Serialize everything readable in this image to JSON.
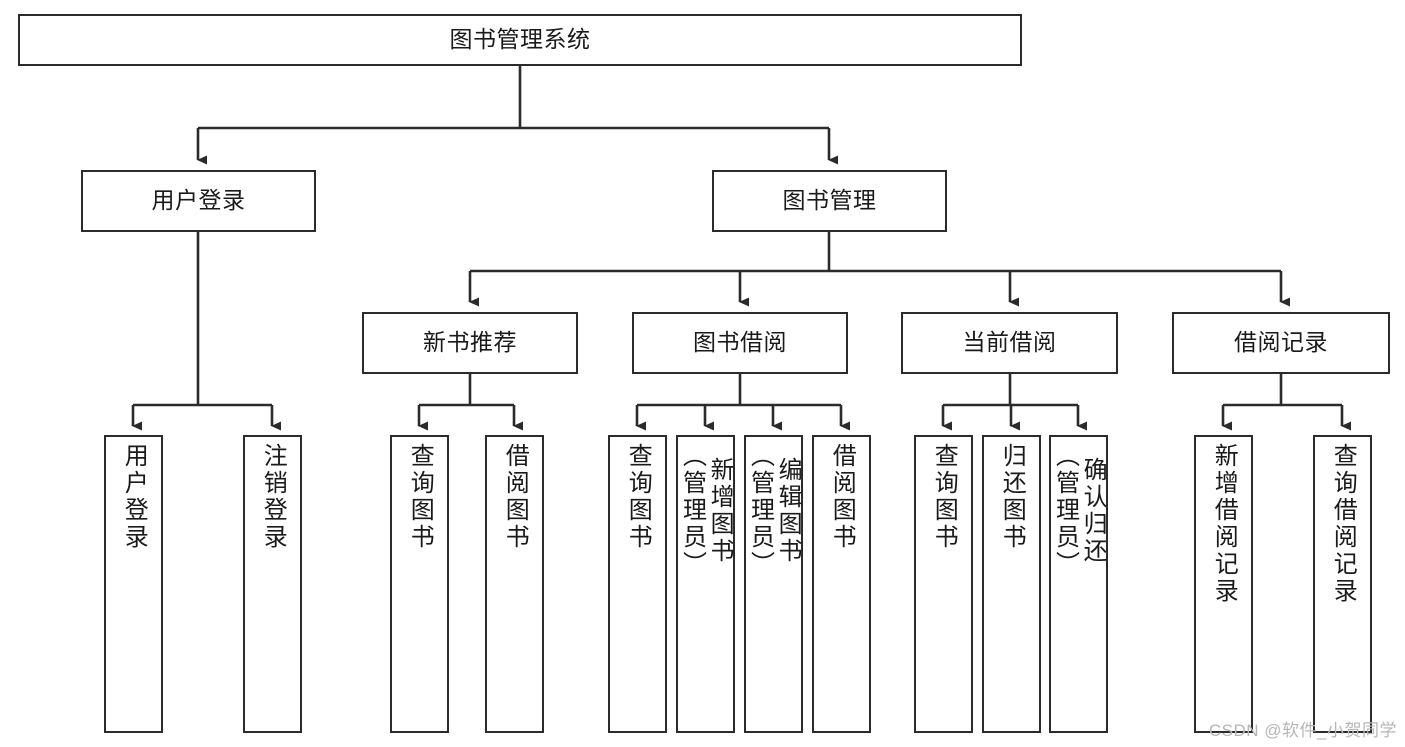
{
  "diagram": {
    "title": "图书管理系统",
    "watermark": "CSDN @软件_小贺同学",
    "colors": {
      "box_border": "#2b2b2b",
      "box_fill": "#ffffff",
      "connector": "#2b2b2b",
      "text": "#1a1a1a",
      "watermark": "#b6b6b6",
      "background": "#ffffff"
    },
    "levels": {
      "root": "图书管理系统",
      "level2": [
        "用户登录",
        "图书管理"
      ],
      "level3": [
        "新书推荐",
        "图书借阅",
        "当前借阅",
        "借阅记录"
      ],
      "level4": [
        "用户登录",
        "注销登录",
        "查询图书",
        "借阅图书",
        "查询图书",
        "新增图书（管理员）",
        "编辑图书（管理员）",
        "借阅图书",
        "查询图书",
        "归还图书",
        "确认归还（管理员）",
        "新增借阅记录",
        "查询借阅记录"
      ]
    },
    "nodes": {
      "root": {
        "label": "图书管理系统"
      },
      "user_login": {
        "label": "用户登录"
      },
      "book_manage": {
        "label": "图书管理"
      },
      "new_book_rec": {
        "label": "新书推荐"
      },
      "book_borrow": {
        "label": "图书借阅"
      },
      "current_borrow": {
        "label": "当前借阅"
      },
      "borrow_record": {
        "label": "借阅记录"
      },
      "leaf_user_login": {
        "label": "用户登录"
      },
      "leaf_logout": {
        "label": "注销登录"
      },
      "leaf_query_book_1": {
        "label": "查询图书"
      },
      "leaf_borrow_book_1": {
        "label": "借阅图书"
      },
      "leaf_query_book_2": {
        "label": "查询图书"
      },
      "leaf_add_book": {
        "label": "新增图书\n（管理员）"
      },
      "leaf_edit_book": {
        "label": "编辑图书\n（管理员）"
      },
      "leaf_borrow_book_2": {
        "label": "借阅图书"
      },
      "leaf_query_book_3": {
        "label": "查询图书"
      },
      "leaf_return_book": {
        "label": "归还图书"
      },
      "leaf_confirm_return": {
        "label": "确认归还\n（管理员）"
      },
      "leaf_add_record": {
        "label": "新增借阅记录"
      },
      "leaf_query_record": {
        "label": "查询借阅记录"
      }
    },
    "edges": [
      {
        "from": "root",
        "to": "user_login"
      },
      {
        "from": "root",
        "to": "book_manage"
      },
      {
        "from": "user_login",
        "to": "leaf_user_login"
      },
      {
        "from": "user_login",
        "to": "leaf_logout"
      },
      {
        "from": "book_manage",
        "to": "new_book_rec"
      },
      {
        "from": "book_manage",
        "to": "book_borrow"
      },
      {
        "from": "book_manage",
        "to": "current_borrow"
      },
      {
        "from": "book_manage",
        "to": "borrow_record"
      },
      {
        "from": "new_book_rec",
        "to": "leaf_query_book_1"
      },
      {
        "from": "new_book_rec",
        "to": "leaf_borrow_book_1"
      },
      {
        "from": "book_borrow",
        "to": "leaf_query_book_2"
      },
      {
        "from": "book_borrow",
        "to": "leaf_add_book"
      },
      {
        "from": "book_borrow",
        "to": "leaf_edit_book"
      },
      {
        "from": "book_borrow",
        "to": "leaf_borrow_book_2"
      },
      {
        "from": "current_borrow",
        "to": "leaf_query_book_3"
      },
      {
        "from": "current_borrow",
        "to": "leaf_return_book"
      },
      {
        "from": "current_borrow",
        "to": "leaf_confirm_return"
      },
      {
        "from": "borrow_record",
        "to": "leaf_add_record"
      },
      {
        "from": "borrow_record",
        "to": "leaf_query_record"
      }
    ]
  }
}
